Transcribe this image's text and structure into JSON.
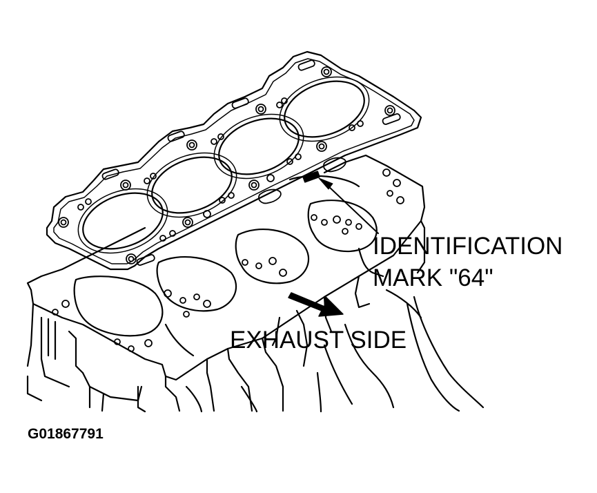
{
  "labels": {
    "identification_line1": "IDENTIFICATION",
    "identification_line2": "MARK \"64\"",
    "exhaust_side": "EXHAUST SIDE",
    "figure_id": "G01867791"
  }
}
